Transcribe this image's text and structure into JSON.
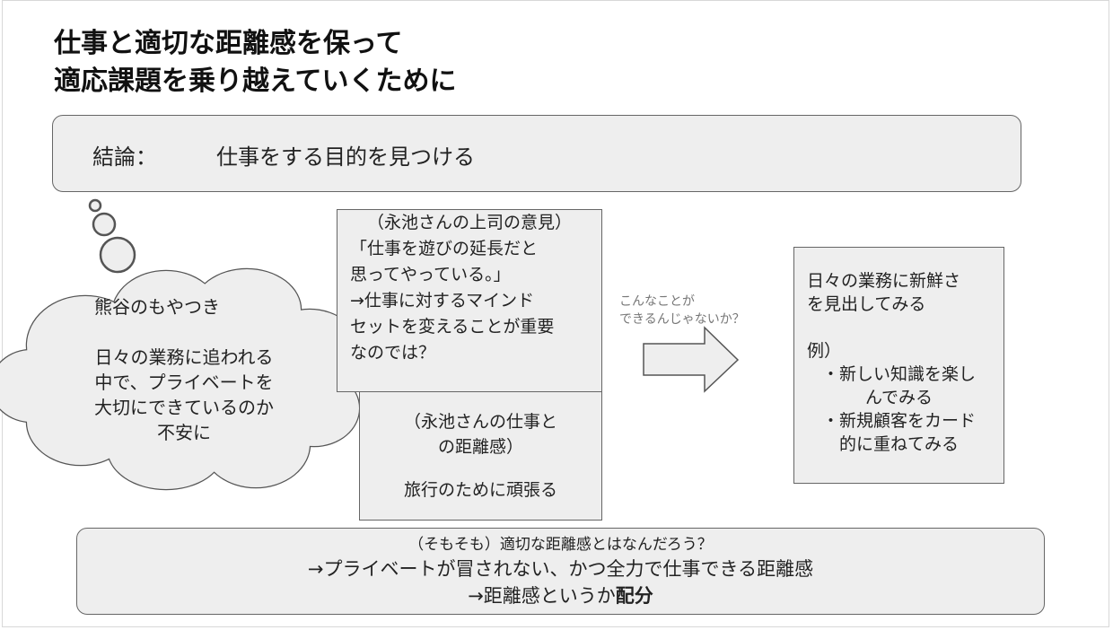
{
  "title": {
    "line1": "仕事と適切な距離感を保って",
    "line2": "適応課題を乗り越えていくために"
  },
  "conclusion": {
    "label": "結論：",
    "value": "仕事をする目的を見つける"
  },
  "cloud": {
    "heading": "熊谷のもやつき",
    "lines": [
      "日々の業務に追われる",
      "中で、プライベートを",
      "大切にできているのか",
      "不安に"
    ]
  },
  "boss_opinion": {
    "lines": [
      "（永池さんの上司の意見）",
      "「仕事を遊びの延長だと",
      "思ってやっている。」",
      "→仕事に対するマインド",
      "セットを変えることが重要",
      "なのでは？"
    ]
  },
  "nagaike_distance": {
    "lines": [
      "（永池さんの仕事と",
      "の距離感）",
      "旅行のために頑張る"
    ]
  },
  "arrow_label": {
    "lines": [
      "こんなことが",
      "できるんじゃないか？"
    ]
  },
  "proposal": {
    "lines": [
      "日々の業務に新鮮さ",
      "を見出してみる",
      "例）",
      "・新しい知識を楽し",
      "んでみる",
      "・新規顧客をカード",
      "的に重ねてみる"
    ]
  },
  "bottom": {
    "line1": "（そもそも）適切な距離感とはなんだろう？",
    "line2": "→プライベートが冒されない、かつ全力で仕事できる距離感",
    "line3_prefix": "→距離感というか",
    "line3_bold": "配分"
  }
}
